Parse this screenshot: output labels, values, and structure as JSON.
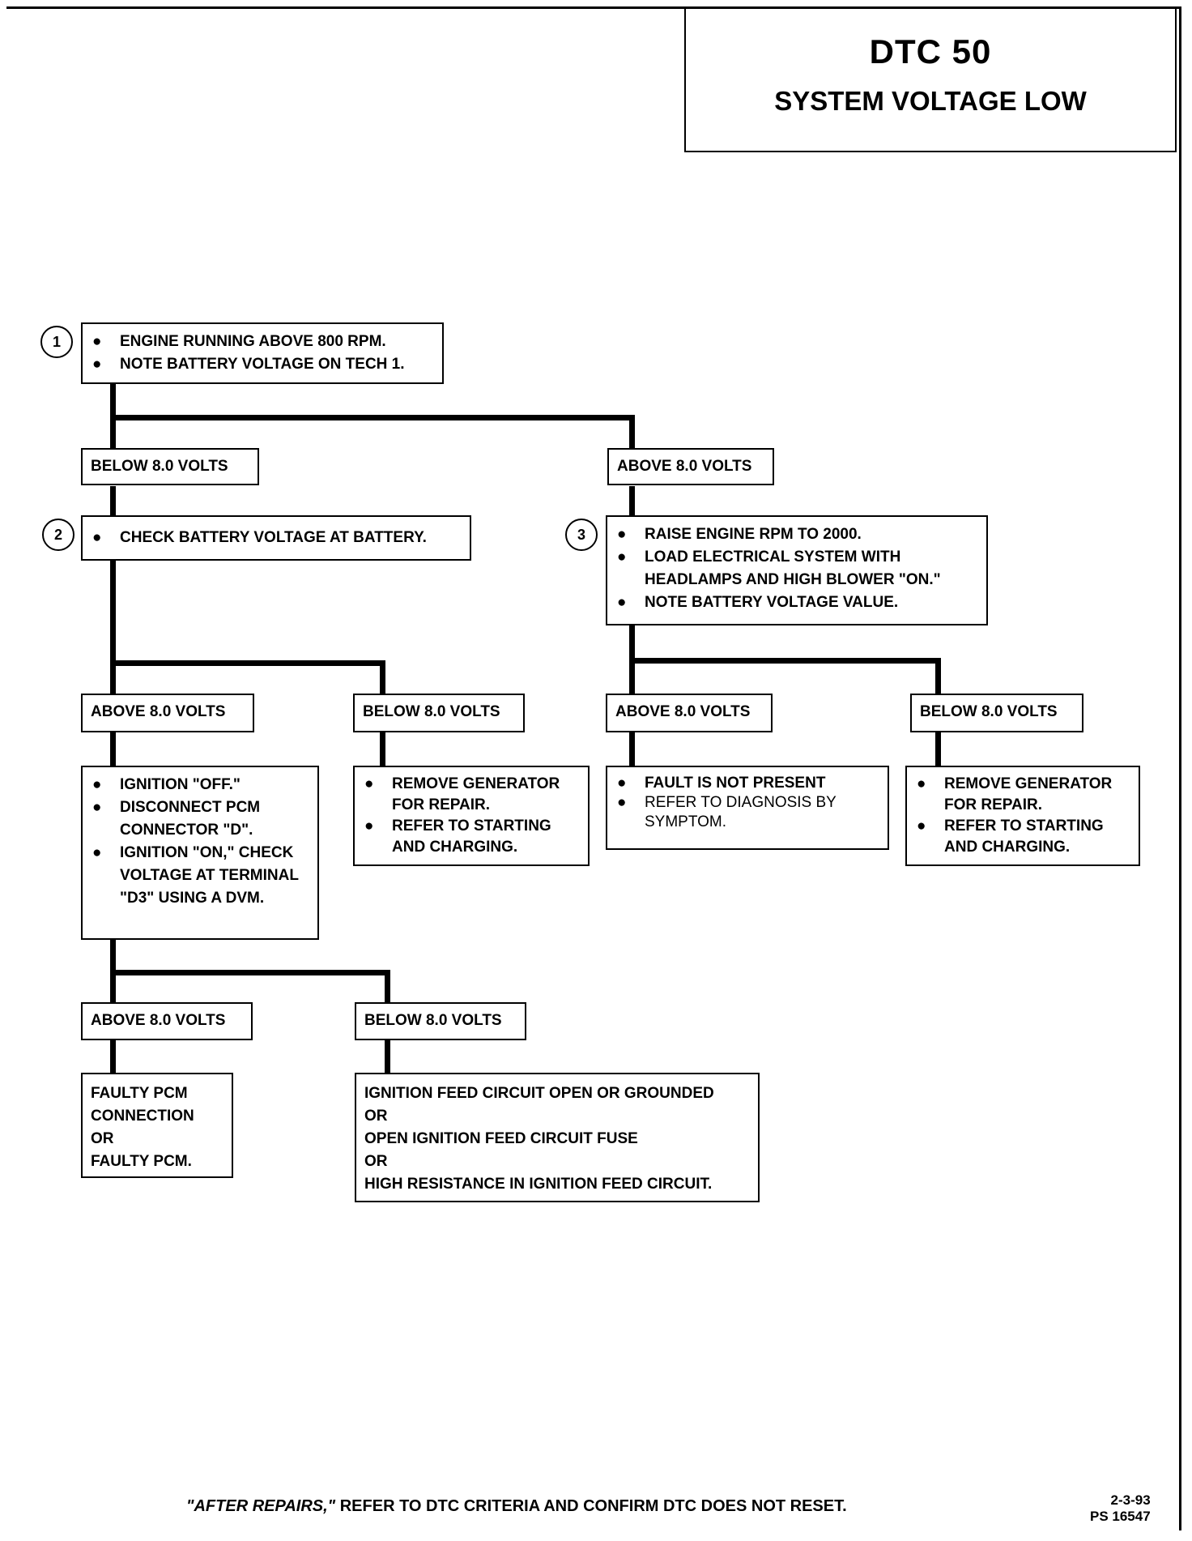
{
  "title": "DTC 50",
  "subtitle": "SYSTEM VOLTAGE LOW",
  "steps": {
    "s1": {
      "number": "1",
      "items": [
        "ENGINE RUNNING ABOVE 800 RPM.",
        "NOTE BATTERY VOLTAGE ON TECH 1."
      ]
    },
    "s2": {
      "number": "2",
      "items": [
        "CHECK BATTERY VOLTAGE AT BATTERY."
      ]
    },
    "s3": {
      "number": "3",
      "items": [
        "RAISE ENGINE RPM TO 2000.",
        "LOAD ELECTRICAL SYSTEM WITH HEADLAMPS AND HIGH BLOWER \"ON.\"",
        "NOTE BATTERY VOLTAGE VALUE."
      ]
    }
  },
  "labels": {
    "below1": "BELOW 8.0 VOLTS",
    "above1": "ABOVE 8.0 VOLTS",
    "above2": "ABOVE 8.0 VOLTS",
    "below2": "BELOW 8.0 VOLTS",
    "above3": "ABOVE 8.0 VOLTS",
    "below3": "BELOW 8.0 VOLTS",
    "above4": "ABOVE 8.0 VOLTS",
    "below4": "BELOW 8.0 VOLTS"
  },
  "boxes": {
    "ignition": [
      "IGNITION \"OFF.\"",
      "DISCONNECT PCM CONNECTOR \"D\".",
      "IGNITION \"ON,\" CHECK VOLTAGE AT TERMINAL \"D3\" USING A DVM."
    ],
    "generator_a": [
      "REMOVE GENERATOR FOR REPAIR.",
      "REFER TO STARTING AND CHARGING."
    ],
    "fault": [
      "FAULT IS NOT PRESENT",
      "REFER TO DIAGNOSIS BY SYMPTOM."
    ],
    "generator_b": [
      "REMOVE GENERATOR FOR REPAIR.",
      "REFER TO STARTING AND CHARGING."
    ],
    "faulty_pcm": [
      "FAULTY PCM",
      "CONNECTION",
      "OR",
      "FAULTY PCM."
    ],
    "ignition_feed": [
      "IGNITION FEED CIRCUIT OPEN OR GROUNDED",
      "OR",
      "OPEN IGNITION FEED CIRCUIT FUSE",
      "OR",
      "HIGH RESISTANCE IN IGNITION FEED CIRCUIT."
    ]
  },
  "footer": {
    "italic": "\"AFTER REPAIRS,\"",
    "rest": " REFER TO DTC CRITERIA  AND CONFIRM DTC DOES NOT RESET.",
    "date": "2-3-93",
    "ps": "PS 16547"
  }
}
